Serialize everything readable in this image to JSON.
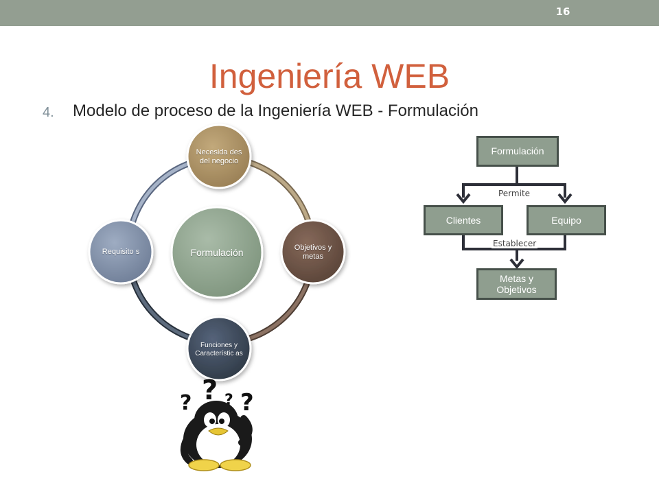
{
  "slide": {
    "number": "16",
    "title": "Ingeniería WEB",
    "bullet_number": "4.",
    "bullet_text": "Modelo de proceso de la Ingeniería WEB - Formulación"
  },
  "cycle": {
    "center": "Formulación",
    "nodes": [
      {
        "id": "necesidades",
        "label": "Necesida des del negocio",
        "color": "#ad9467"
      },
      {
        "id": "objetivos",
        "label": "Objetivos y metas",
        "color": "#6e5547"
      },
      {
        "id": "funciones",
        "label": "Funciones y Característic as",
        "color": "#3e4a58"
      },
      {
        "id": "requisitos",
        "label": "Requisito s",
        "color": "#8391a9"
      }
    ],
    "center_color": "#8fa48e"
  },
  "flow": {
    "top": "Formulación",
    "left": "Clientes",
    "right": "Equipo",
    "bottom": "Metas y Objetivos",
    "edge_top": "Permite",
    "edge_bottom": "Establecer"
  },
  "mascot": {
    "icon": "penguin-question-icon"
  }
}
